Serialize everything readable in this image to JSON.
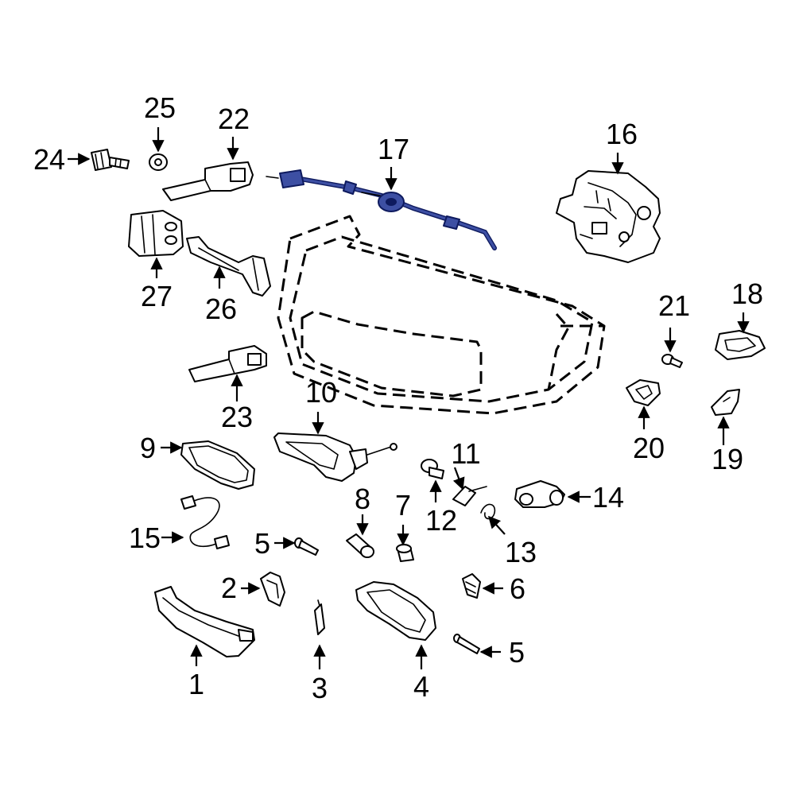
{
  "diagram": {
    "highlighted_part": "17",
    "highlight_color": "#3d4fa3",
    "callouts": [
      {
        "id": "c1",
        "label": "1"
      },
      {
        "id": "c2",
        "label": "2"
      },
      {
        "id": "c3",
        "label": "3"
      },
      {
        "id": "c4",
        "label": "4"
      },
      {
        "id": "c5a",
        "label": "5"
      },
      {
        "id": "c5b",
        "label": "5"
      },
      {
        "id": "c6",
        "label": "6"
      },
      {
        "id": "c7",
        "label": "7"
      },
      {
        "id": "c8",
        "label": "8"
      },
      {
        "id": "c9",
        "label": "9"
      },
      {
        "id": "c10",
        "label": "10"
      },
      {
        "id": "c11",
        "label": "11"
      },
      {
        "id": "c12",
        "label": "12"
      },
      {
        "id": "c13",
        "label": "13"
      },
      {
        "id": "c14",
        "label": "14"
      },
      {
        "id": "c15",
        "label": "15"
      },
      {
        "id": "c16",
        "label": "16"
      },
      {
        "id": "c17",
        "label": "17"
      },
      {
        "id": "c18",
        "label": "18"
      },
      {
        "id": "c19",
        "label": "19"
      },
      {
        "id": "c20",
        "label": "20"
      },
      {
        "id": "c21",
        "label": "21"
      },
      {
        "id": "c22",
        "label": "22"
      },
      {
        "id": "c23",
        "label": "23"
      },
      {
        "id": "c24",
        "label": "24"
      },
      {
        "id": "c25",
        "label": "25"
      },
      {
        "id": "c26",
        "label": "26"
      },
      {
        "id": "c27",
        "label": "27"
      }
    ]
  }
}
